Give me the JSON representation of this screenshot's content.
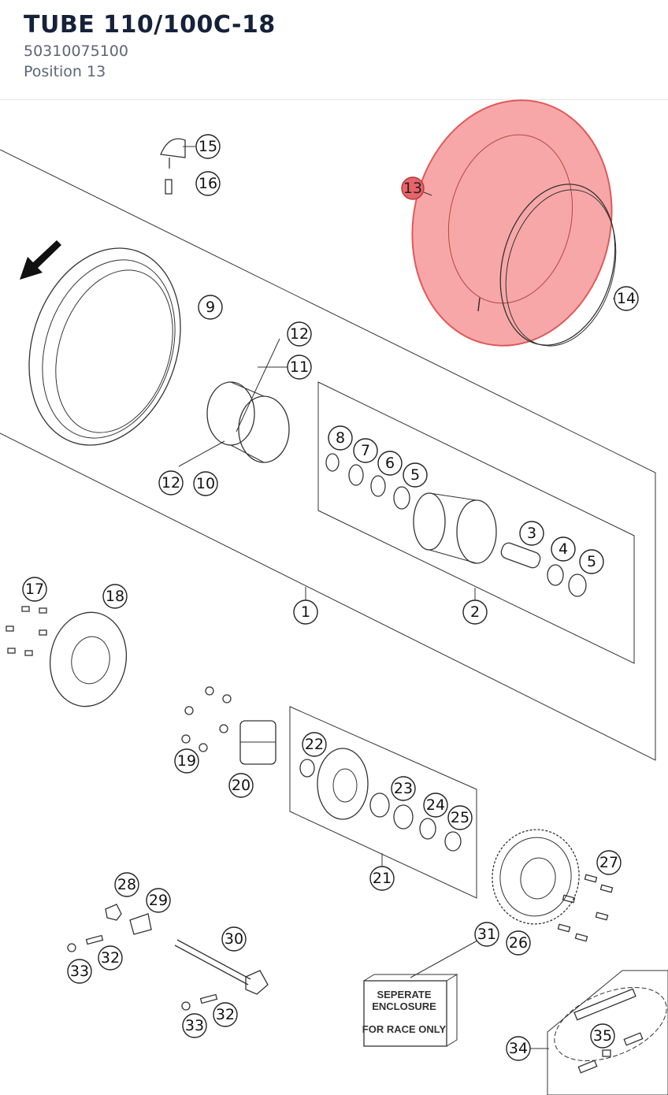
{
  "header": {
    "title": "TUBE 110/100C-18",
    "part_number": "50310075100",
    "position": "Position 13"
  },
  "highlight": {
    "color": "#f26c6c",
    "callout": "13"
  },
  "callouts": [
    {
      "label": "1"
    },
    {
      "label": "2"
    },
    {
      "label": "3"
    },
    {
      "label": "4"
    },
    {
      "label": "5"
    },
    {
      "label": "5"
    },
    {
      "label": "6"
    },
    {
      "label": "7"
    },
    {
      "label": "8"
    },
    {
      "label": "9"
    },
    {
      "label": "10"
    },
    {
      "label": "11"
    },
    {
      "label": "12"
    },
    {
      "label": "12"
    },
    {
      "label": "13"
    },
    {
      "label": "14"
    },
    {
      "label": "15"
    },
    {
      "label": "16"
    },
    {
      "label": "17"
    },
    {
      "label": "18"
    },
    {
      "label": "19"
    },
    {
      "label": "20"
    },
    {
      "label": "21"
    },
    {
      "label": "22"
    },
    {
      "label": "23"
    },
    {
      "label": "24"
    },
    {
      "label": "25"
    },
    {
      "label": "26"
    },
    {
      "label": "27"
    },
    {
      "label": "28"
    },
    {
      "label": "29"
    },
    {
      "label": "30"
    },
    {
      "label": "31"
    },
    {
      "label": "32"
    },
    {
      "label": "32"
    },
    {
      "label": "33"
    },
    {
      "label": "33"
    },
    {
      "label": "34"
    },
    {
      "label": "35"
    }
  ],
  "enclosure": {
    "line1": "SEPERATE",
    "line2": "ENCLOSURE",
    "line3": "FOR RACE ONLY"
  }
}
